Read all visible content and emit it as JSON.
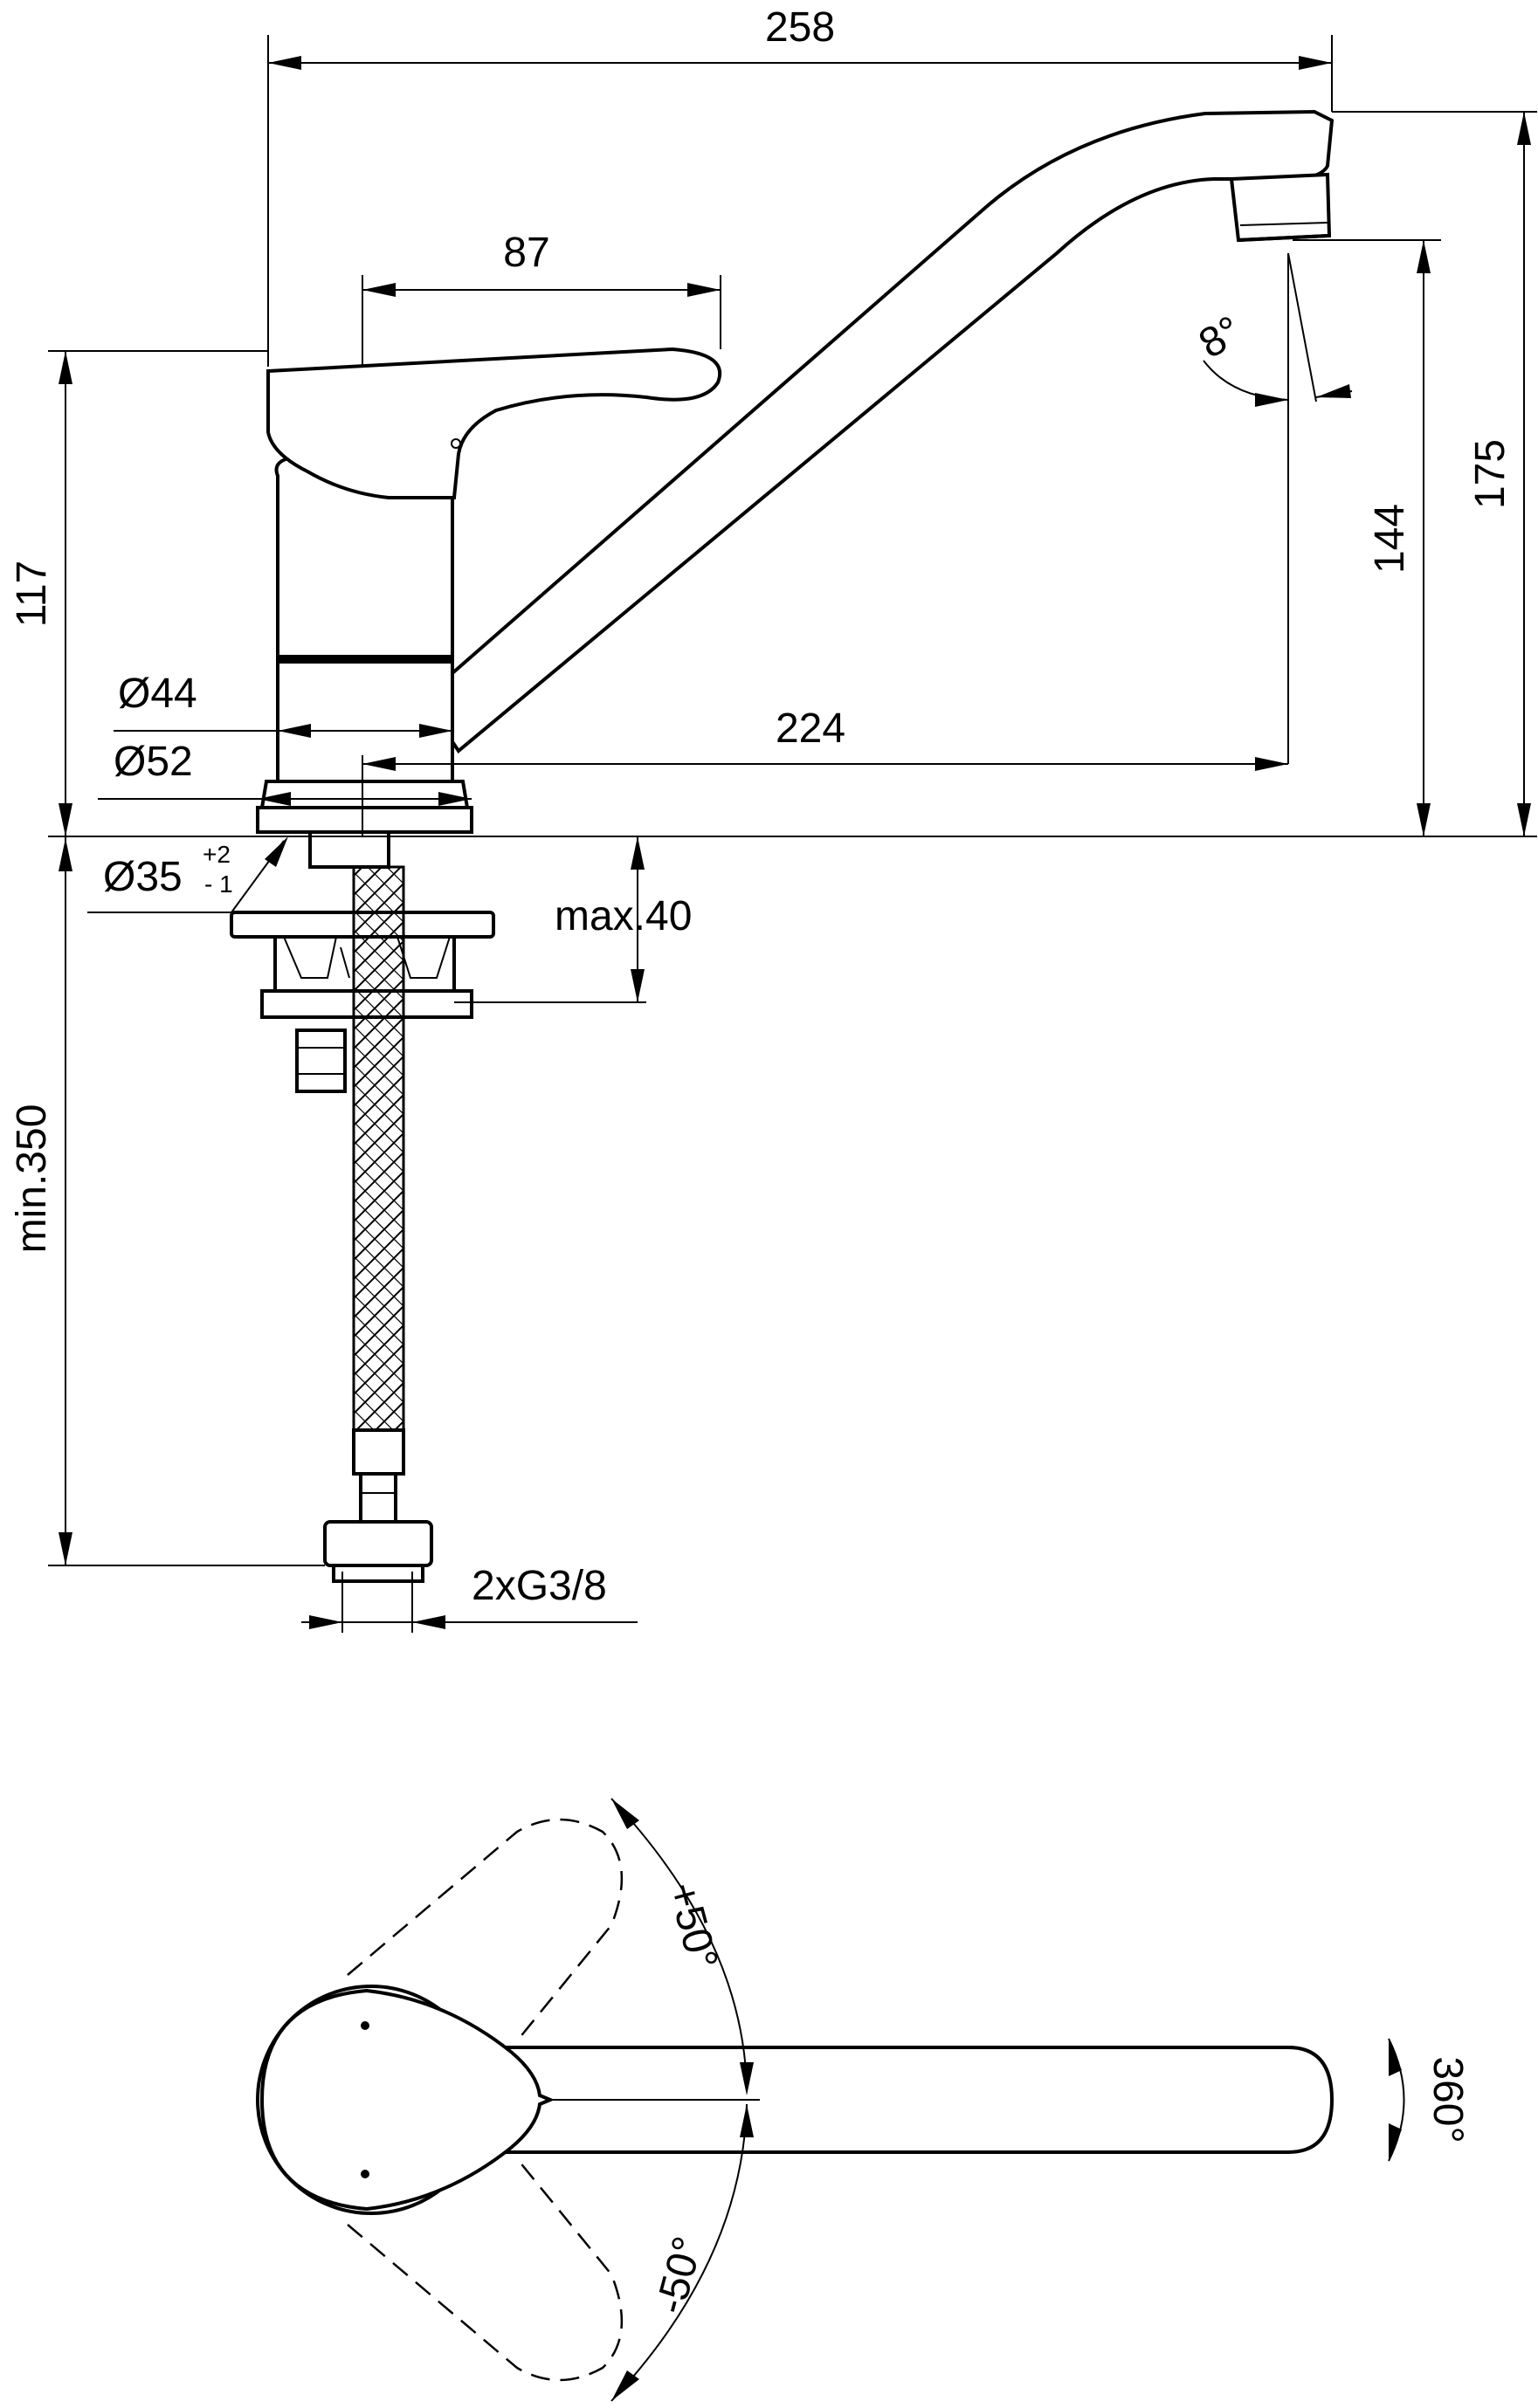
{
  "side_view": {
    "width_total": "258",
    "handle_length": "87",
    "spout_reach": "224",
    "spout_angle": "8°",
    "body_height": "117",
    "outlet_height": "144",
    "total_height": "175",
    "dia_44": "Ø44",
    "dia_52": "Ø52",
    "dia_35": "Ø35",
    "dia_35_tol_upper": "+2",
    "dia_35_tol_lower": "- 1",
    "deck_thickness": "max.40",
    "hose_length": "min.350",
    "connection": "2xG3/8"
  },
  "top_view": {
    "handle_plus": "+50°",
    "handle_minus": "-50°",
    "spout_swivel": "360°"
  }
}
